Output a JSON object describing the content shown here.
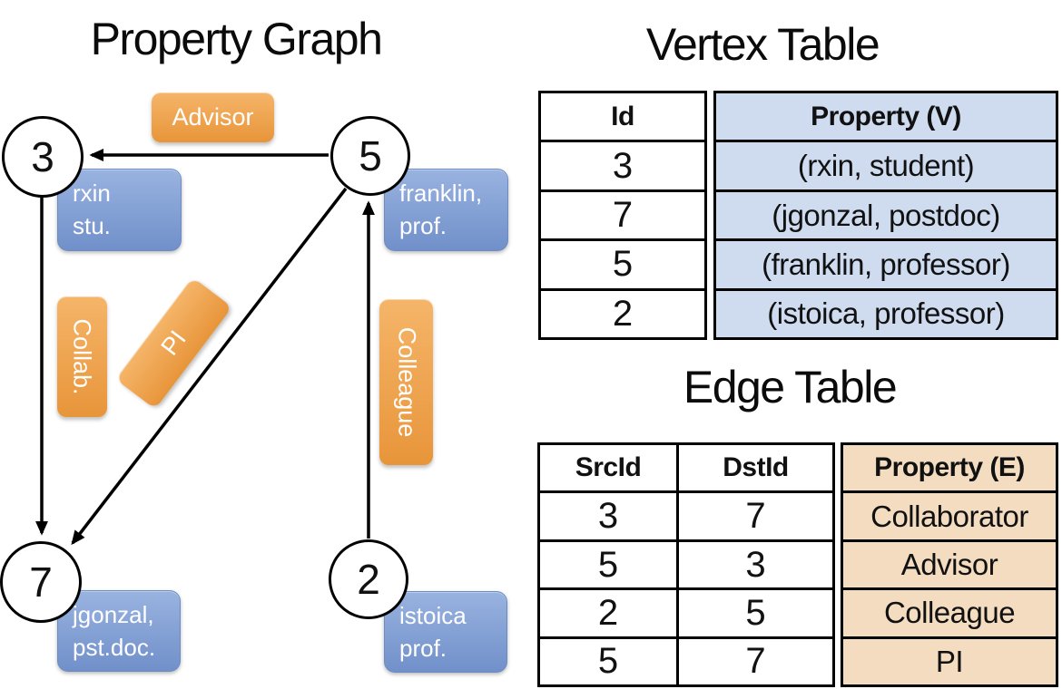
{
  "graph": {
    "title": "Property Graph",
    "nodes": [
      {
        "id": "3",
        "line1": "rxin",
        "line2": "stu."
      },
      {
        "id": "5",
        "line1": "franklin,",
        "line2": "prof."
      },
      {
        "id": "7",
        "line1": "jgonzal,",
        "line2": "pst.doc."
      },
      {
        "id": "2",
        "line1": "istoica",
        "line2": "prof."
      }
    ],
    "edge_labels": [
      {
        "name": "Advisor"
      },
      {
        "name": "Collab."
      },
      {
        "name": "PI"
      },
      {
        "name": "Colleague"
      }
    ],
    "edges": [
      {
        "from": "5",
        "to": "3",
        "label": "Advisor"
      },
      {
        "from": "3",
        "to": "7",
        "label": "Collab."
      },
      {
        "from": "5",
        "to": "7",
        "label": "PI"
      },
      {
        "from": "2",
        "to": "5",
        "label": "Colleague"
      }
    ]
  },
  "vertex_table": {
    "title": "Vertex Table",
    "col_id": "Id",
    "col_property": "Property (V)",
    "rows": [
      {
        "id": "3",
        "property": "(rxin, student)"
      },
      {
        "id": "7",
        "property": "(jgonzal, postdoc)"
      },
      {
        "id": "5",
        "property": "(franklin, professor)"
      },
      {
        "id": "2",
        "property": "(istoica, professor)"
      }
    ]
  },
  "edge_table": {
    "title": "Edge Table",
    "col_src": "SrcId",
    "col_dst": "DstId",
    "col_property": "Property (E)",
    "rows": [
      {
        "src": "3",
        "dst": "7",
        "property": "Collaborator"
      },
      {
        "src": "5",
        "dst": "3",
        "property": "Advisor"
      },
      {
        "src": "2",
        "dst": "5",
        "property": "Colleague"
      },
      {
        "src": "5",
        "dst": "7",
        "property": "PI"
      }
    ]
  },
  "colors": {
    "edge_label_orange_top": "#f5b569",
    "edge_label_orange_bottom": "#e8953a",
    "vertex_box_blue_top": "#99b3e0",
    "vertex_box_blue_bottom": "#7190ca",
    "vertex_table_fill": "#cfdcf0",
    "edge_table_fill": "#f4dcc0",
    "line_color": "#000000"
  }
}
